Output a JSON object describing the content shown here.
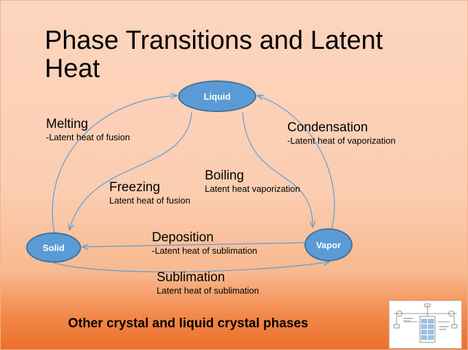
{
  "slide": {
    "title": "Phase Transitions and Latent Heat",
    "footer": "Other crystal and liquid crystal phases"
  },
  "nodes": {
    "liquid": "Liquid",
    "solid": "Solid",
    "vapor": "Vapor"
  },
  "transitions": {
    "melting": {
      "label": "Melting",
      "detail": "-Latent heat of fusion"
    },
    "condensation": {
      "label": "Condensation",
      "detail": "-Latent heat of vaporization"
    },
    "boiling": {
      "label": "Boiling",
      "detail": "Latent heat vaporization"
    },
    "freezing": {
      "label": "Freezing",
      "detail": "Latent heat of fusion"
    },
    "deposition": {
      "label": "Deposition",
      "detail": "-Latent heat of sublimation"
    },
    "sublimation": {
      "label": "Sublimation",
      "detail": "Latent heat of sublimation"
    }
  },
  "colors": {
    "node_fill": "#5b9bd5",
    "node_border": "#41719c",
    "arrow": "#5b9bd5",
    "background_top": "#fcd6bf",
    "background_bottom": "#ec6f2a"
  }
}
